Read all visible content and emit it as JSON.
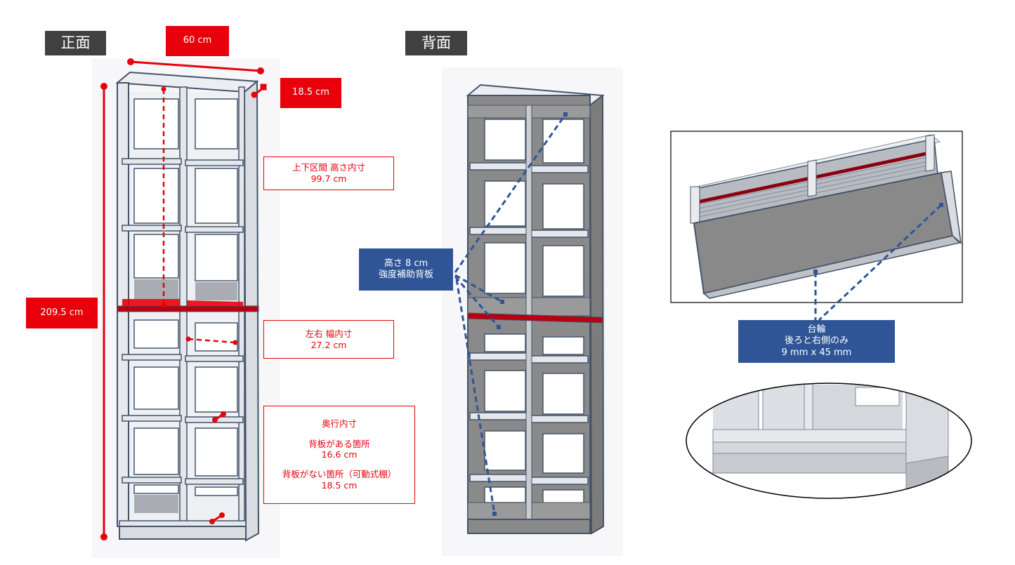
{
  "front": {
    "title": "正面",
    "width": "60 cm",
    "depth": "18.5 cm",
    "height": "209.5 cm",
    "notes": {
      "inner_height": [
        "上下区間 高さ内寸",
        "99.7 cm"
      ],
      "inner_width": [
        "左右 幅内寸",
        "27.2 cm"
      ],
      "inner_depth": [
        "奥行内寸",
        "",
        "背板がある箇所",
        "16.6 cm",
        "",
        "背板がない箇所（可動式棚）",
        "18.5 cm"
      ]
    }
  },
  "back": {
    "title": "背面",
    "backboard": [
      "高さ 8 cm",
      "強度補助背板"
    ]
  },
  "base": {
    "label": [
      "台輪",
      "後ろと右側のみ",
      "9 mm x 45 mm"
    ]
  },
  "colors": {
    "dimension_red": "#e8000b",
    "callout_blue": "#2f5597",
    "tag_gray": "#404040",
    "panel_light": "#e9ebee",
    "panel_dark": "#8a8a8a",
    "edge": "#44546a"
  }
}
